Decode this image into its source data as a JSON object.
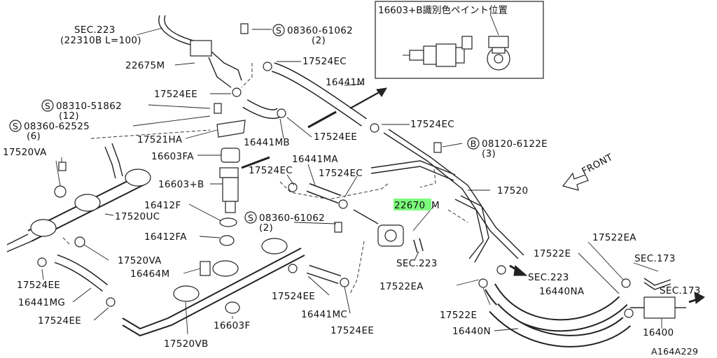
{
  "labels": {
    "sec223_top": "SEC.223",
    "sec223_sub": "(22310B L=100)",
    "p22675m": "22675M",
    "screw_08360_61062_top": "08360-61062",
    "screw_08360_61062_top_qty": "(2)",
    "p17524ec_a": "17524EC",
    "p16441m": "16441M",
    "p17524ee_a": "17524EE",
    "screw_08310_51862": "08310-51862",
    "screw_08310_51862_qty": "(12)",
    "screw_08360_62525": "08360-62525",
    "screw_08360_62525_qty": "(6)",
    "p17521ha": "17521HA",
    "p17524ee_b": "17524EE",
    "p17524ec_b": "17524EC",
    "p16441mb": "16441MB",
    "bolt_08120_6122e": "08120-6122E",
    "bolt_08120_6122e_qty": "(3)",
    "p17520va_a": "17520VA",
    "p16603fa": "16603FA",
    "p16441ma": "16441MA",
    "p17524ec_c": "17524EC",
    "p17524ec_d": "17524EC",
    "p16603b": "16603+B",
    "p17520": "17520",
    "p16412f": "16412F",
    "p22670m_hl": "22670",
    "p22670m_suffix": "M",
    "p17520uc": "17520UC",
    "screw_08360_61062_mid": "08360-61062",
    "screw_08360_61062_mid_qty": "(2)",
    "p16412fa": "16412FA",
    "sec223_mid": "SEC.223",
    "p17520va_b": "17520VA",
    "p16464m": "16464M",
    "p17522ea_a": "17522EA",
    "p17522e_a": "17522E",
    "sec173_a": "SEC.173",
    "sec223_right": "SEC.223",
    "p17524ee_c": "17524EE",
    "p17522ea_b": "17522EA",
    "p16440na": "16440NA",
    "sec173_b": "SEC.173",
    "p17524ee_d": "17524EE",
    "p16441mg": "16441MG",
    "p17524ee_e": "17524EE",
    "p16441mc": "16441MC",
    "p17522e_b": "17522E",
    "p17524ee_f": "17524EE",
    "p16603f": "16603F",
    "p16440n": "16440N",
    "p16400": "16400",
    "p17520vb": "17520VB",
    "front": "FRONT",
    "inset_caption": "16603+B識別色ペイント位置",
    "figure_code": "A164A229",
    "symbol_s": "S",
    "symbol_b": "B"
  },
  "colors": {
    "highlight": "#7CFC7C",
    "line": "#222222"
  }
}
